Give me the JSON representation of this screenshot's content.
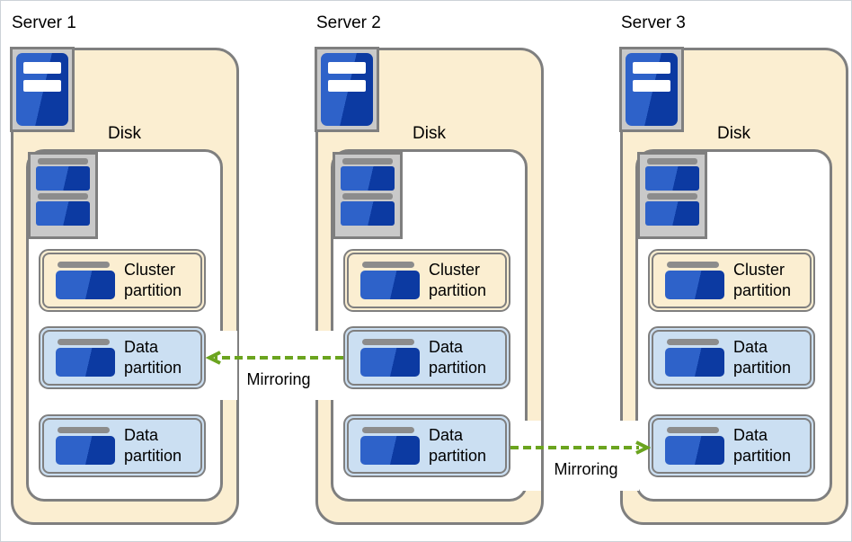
{
  "servers": [
    {
      "label": "Server 1",
      "disk_label": "Disk",
      "partitions": [
        {
          "kind": "cluster",
          "label": "Cluster partition"
        },
        {
          "kind": "data",
          "label": "Data partition"
        },
        {
          "kind": "data",
          "label": "Data partition"
        }
      ]
    },
    {
      "label": "Server 2",
      "disk_label": "Disk",
      "partitions": [
        {
          "kind": "cluster",
          "label": "Cluster partition"
        },
        {
          "kind": "data",
          "label": "Data partition"
        },
        {
          "kind": "data",
          "label": "Data partition"
        }
      ]
    },
    {
      "label": "Server 3",
      "disk_label": "Disk",
      "partitions": [
        {
          "kind": "cluster",
          "label": "Cluster partition"
        },
        {
          "kind": "data",
          "label": "Data partition"
        },
        {
          "kind": "data",
          "label": "Data partition"
        }
      ]
    }
  ],
  "arrows": [
    {
      "label": "Mirroring",
      "from": "Server 2 data partition 1",
      "to": "Server 1 data partition 1",
      "direction": "left",
      "style": "dashed"
    },
    {
      "label": "Mirroring",
      "from": "Server 2 data partition 2",
      "to": "Server 3 data partition 2",
      "direction": "right",
      "style": "dashed"
    }
  ],
  "icons": {
    "server": "server-tower-icon",
    "disk": "disk-stack-icon",
    "partition": "partition-drive-icon"
  },
  "colors": {
    "server_fill": "#FBEED1",
    "cluster_partition_fill": "#FBEED1",
    "data_partition_fill": "#CBDFF2",
    "border_gray": "#7F7F7F",
    "icon_gray_fill": "#C9C9C9",
    "icon_bar_gray": "#8C8C8C",
    "drive_blue_light": "#2E62C9",
    "drive_blue_dark": "#0C3AA2",
    "arrow_green": "#6BA41F",
    "text": "#000000"
  }
}
